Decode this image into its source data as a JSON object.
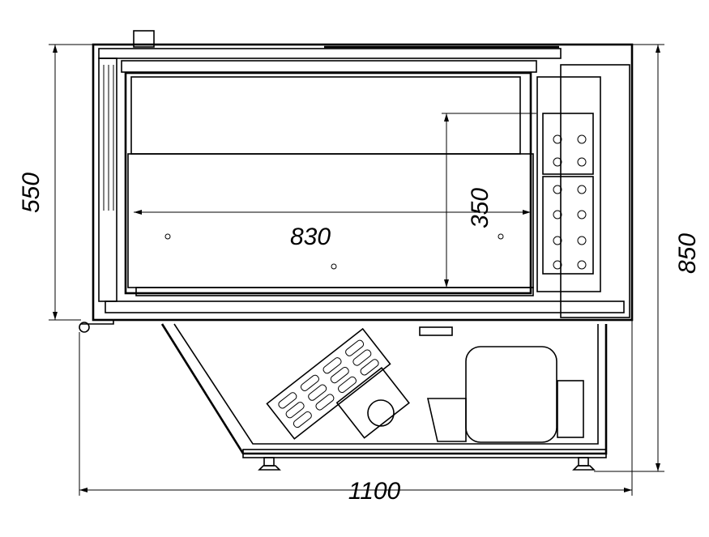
{
  "title": "Refrigerated display counter – side section",
  "dimensions": {
    "overall_height": "850",
    "upper_height": "550",
    "overall_width": "1100",
    "tub_width": "830",
    "tub_depth": "350"
  }
}
